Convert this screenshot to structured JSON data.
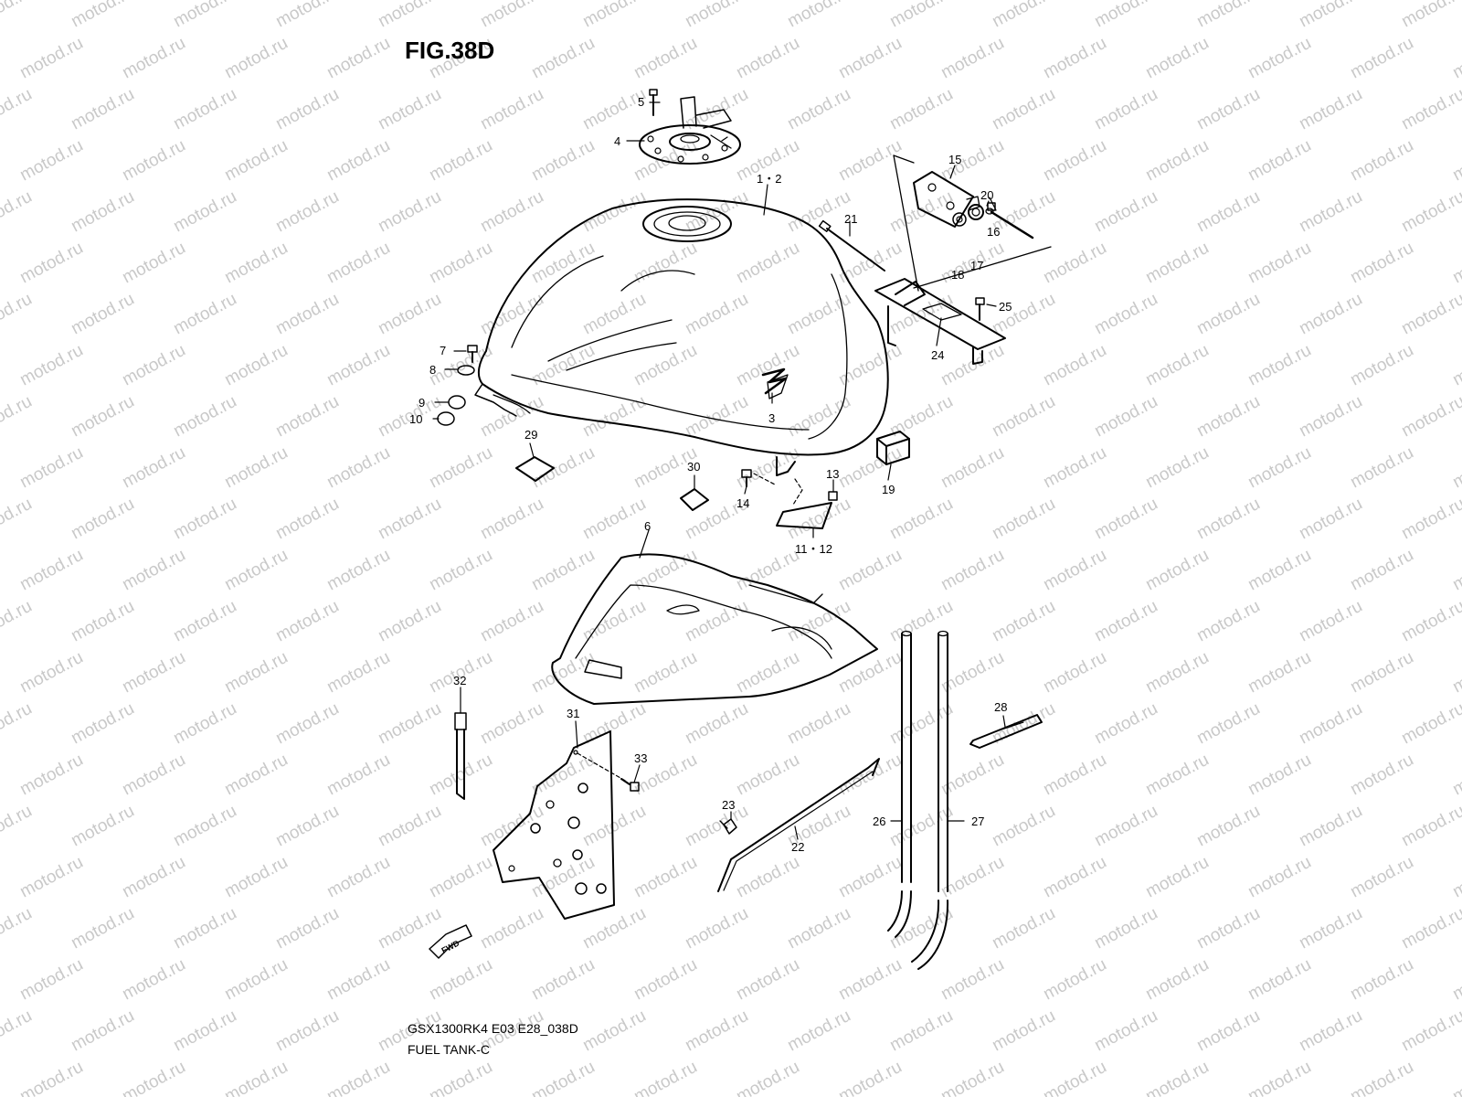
{
  "figure": {
    "title": "FIG.38D",
    "model_code": "GSX1300RK4 E03 E28_038D",
    "name": "FUEL TANK-C",
    "watermark": "motod.ru",
    "fwd_label": "FWD"
  },
  "callouts": {
    "c1_2": "1・2",
    "c3": "3",
    "c4": "4",
    "c5": "5",
    "c6": "6",
    "c7": "7",
    "c8": "8",
    "c9": "9",
    "c10": "10",
    "c11_12": "11・12",
    "c13": "13",
    "c14": "14",
    "c15": "15",
    "c16": "16",
    "c17": "17",
    "c18": "18",
    "c19": "19",
    "c20": "20",
    "c21": "21",
    "c22": "22",
    "c23": "23",
    "c24": "24",
    "c25": "25",
    "c26": "26",
    "c27": "27",
    "c28": "28",
    "c29": "29",
    "c30": "30",
    "c31": "31",
    "c32": "32",
    "c33": "33"
  }
}
